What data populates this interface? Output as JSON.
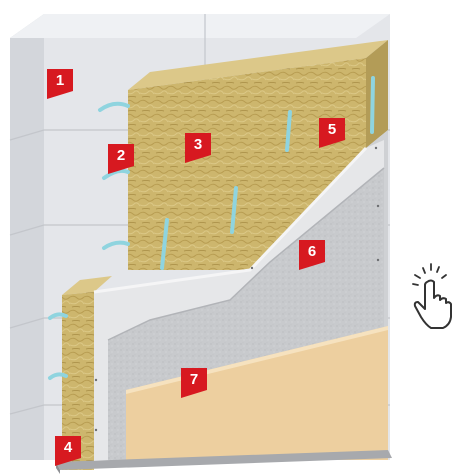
{
  "colors": {
    "marker_red": "#d71920",
    "block": "#e6e8ec",
    "insulation": "#cdb66d",
    "anchor": "#8fd4df",
    "plaster": "#c9cbce",
    "finish": "#edcf9f"
  },
  "layers": [
    {
      "number": "1",
      "name": "block-wall"
    },
    {
      "number": "2",
      "name": "dowel-anchor"
    },
    {
      "number": "3",
      "name": "mineral-wool-insulation"
    },
    {
      "number": "4",
      "name": "starter-profile"
    },
    {
      "number": "5",
      "name": "base-reinforcing-layer"
    },
    {
      "number": "6",
      "name": "plaster-layer"
    },
    {
      "number": "7",
      "name": "decorative-finish"
    }
  ],
  "icons": {
    "interaction": "tap-hand-icon"
  }
}
